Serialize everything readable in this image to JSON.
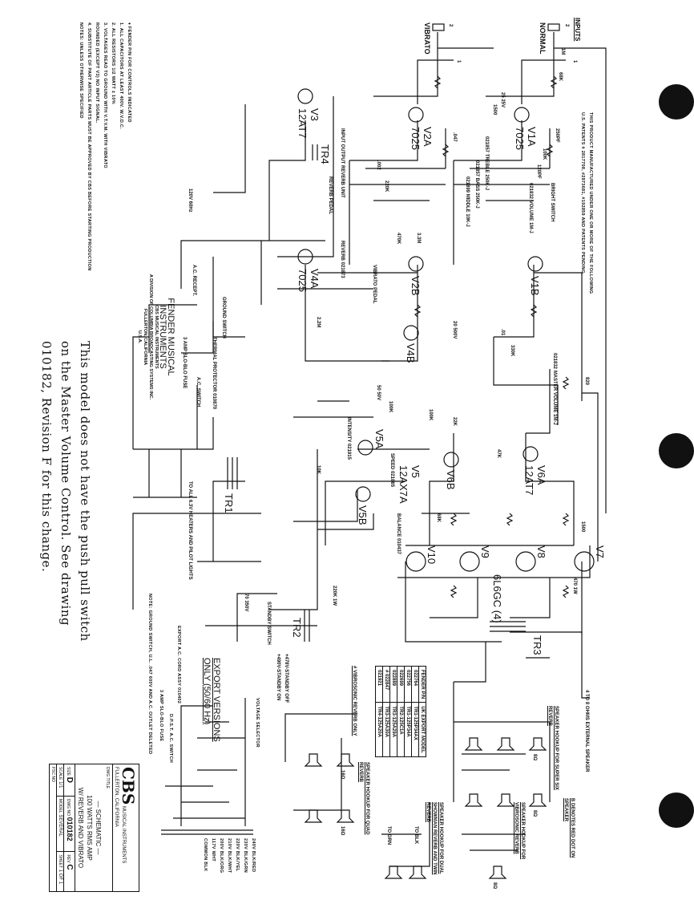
{
  "inputs": {
    "title": "INPUTS",
    "normal": "NORMAL",
    "vibrato": "VIBRATO",
    "jack1": "1",
    "jack2": "2"
  },
  "patent": [
    "THIS PRODUCT MANUFACTURED UNDER ONE OR MORE OF THE FOLLOWING",
    "U.S. PATENTS # 2817708, #2973681, #192859 AND PATENTS PENDING."
  ],
  "tubes": [
    {
      "id": "V1A",
      "type": "7025"
    },
    {
      "id": "V2A",
      "type": "7025"
    },
    {
      "id": "V3",
      "type": "12AT7"
    },
    {
      "id": "V1B",
      "type": ""
    },
    {
      "id": "V2B",
      "type": ""
    },
    {
      "id": "V4A",
      "type": "7025"
    },
    {
      "id": "V4B",
      "type": ""
    },
    {
      "id": "V6A",
      "type": "12AT7"
    },
    {
      "id": "V6B",
      "type": ""
    },
    {
      "id": "V5",
      "type": "12AX7A"
    },
    {
      "id": "V5A",
      "type": ""
    },
    {
      "id": "V5B",
      "type": ""
    },
    {
      "id": "V7",
      "type": ""
    },
    {
      "id": "V8",
      "type": ""
    },
    {
      "id": "V9",
      "type": ""
    },
    {
      "id": "V10",
      "type": ""
    }
  ],
  "power_tube_type": "6L6GC (4)",
  "transformers": {
    "tr1": "TR1",
    "tr2": "TR2",
    "tr3": "TR3",
    "tr4": "TR4"
  },
  "controls": {
    "treble": "021857 TREBLE 250K-J",
    "bass": "021857 BASS 250K-J",
    "middle": "021899 MIDDLE 10K-J",
    "volume": "021832 VOLUME 1M-J",
    "bright": "BRIGHT SWITCH",
    "master": "021832 MASTER VOLUME 1M-J",
    "reverb": "REVERB 021873",
    "speed": "SPEED 021865",
    "intensity": "INTENSITY 021915",
    "balance": "BALANCE 010437"
  },
  "labels": {
    "reverb_unit": "INPUT OUTPUT REVERB UNIT",
    "reverb_pedal": "REVERB PEDAL",
    "vibrato_pedal": "VIBRATO PEDAL",
    "mains": "120V 60Hz",
    "ac_receptacle": "A.C. RECEPT.",
    "ground_switch": "GROUND SWITCH",
    "thermal": "THERMAL PROTECTOR 010870",
    "fuse": "3 AMP SLO-BLO FUSE",
    "ac_switch": "A.C. SWITCH",
    "heaters": "TO ALL 6.3V HEATERS AND PILOT LIGHTS",
    "standby": "STANDBY SWITCH",
    "standby_off": "+478V-STANDBY OFF",
    "standby_on": "+490V-STANDBY ON",
    "ext_speaker": "4 TO 8 OHMS EXTERNAL SPEAKER",
    "r820": "820",
    "values": [
      "1M",
      "68K",
      "25 25V",
      "1500",
      "100K",
      "250PF",
      ".047",
      "120PF",
      ".002",
      "220K",
      "470K",
      "3.3M",
      "2.2M",
      ".01",
      "20 500V",
      "100K",
      "330K",
      "47K",
      "22K",
      "470 1W",
      "1500",
      "68K",
      "100K",
      "220K 1W",
      "70 350V",
      "50 50V",
      "10K"
    ]
  },
  "notes": [
    "♦ FENDER P/N FOR CONTROLS INDICATED",
    "1. ALL CAPACITORS AT LEAST 400V. W.V.D.C.",
    "2. ALL RESISTORS 1/2 WATT ± 10%",
    "3. VOLTAGES READ TO GROUND WITH V.T.V.M. WITH VIBRATO",
    "ROUNDED (EXCEPT V3) NO INPUT SIGNAL.",
    "4. SUBSTITUTE OF PART ARTICLE PARTS MUST BE APPROVED BY CBS BEFORE STARTING PRODUCTION",
    "NOTES: UNLESS OTHERWISE SPECIFIED"
  ],
  "company": {
    "name": "FENDER MUSICAL INSTRUMENTS",
    "lines": [
      "CBS MUSICAL INSTRUMENTS",
      "A DIVISION OF COLUMBIA BROADCASTING SYSTEMS INC.",
      "FULLERTON, CALIFORNIA",
      "U.S.A."
    ]
  },
  "change_note": [
    "This model does not have the push pull switch",
    "on the Master Volume Control.  See drawing",
    "010182, Revision F for this change."
  ],
  "parts_table": {
    "headers": [
      "FENDER P/N",
      "UK EXPORT MODEL"
    ],
    "rows": [
      [
        "022764",
        "TR1-125P34AX"
      ],
      [
        "022756",
        "TR1-125P34A"
      ],
      [
        "022699",
        "TR2-125C1A"
      ],
      [
        "022889",
        "TR3-125A29A"
      ],
      [
        "# 022847",
        "TR3-125A30A"
      ],
      [
        "021921",
        "TR4-125A20A"
      ]
    ],
    "footnote": "# VIBROSONIC REVERB ONLY"
  },
  "speaker_hookups": {
    "red_dot": "B DENOTES RED DOT ON SPEAKER",
    "super_six": "SPEAKER HOOKUP FOR SUPER SIX REVERB",
    "vibrosonic": "SPEAKER HOOKUP FOR VIBROSONIC REVERB",
    "dual_showman": "SPEAKER HOOKUP FOR DUAL SHOWMAN REVERB AND TWIN REVERB",
    "quad": "SPEAKER HOOKUP FOR QUAD REVERB",
    "ohm8": "8Ω",
    "ohm16": "16Ω",
    "to_blk": "TO BLK",
    "to_grn": "TO GRN"
  },
  "export": {
    "title": "EXPORT VERSIONS",
    "subtitle": "ONLY (50/60 Hz)",
    "cord": "EXPORT A.C. CORD ASSY 010402",
    "selector": "VOLTAGE SELECTOR",
    "switch": "D.P.S.T. A.C. SWITCH",
    "fuse": "3 AMP SLO-BLO FUSE",
    "taps": [
      "240V",
      "230V",
      "220V",
      "210V",
      "200V",
      "117V",
      "COMMON"
    ],
    "wires": [
      "BLK/RED",
      "BLK/GRN",
      "BLK/YEL",
      "BLK/WHT",
      "BLK/ORG",
      "WHT",
      "BLK"
    ],
    "note": "NOTE: GROUND SWITCH, U.L. .047 600V AND A.C. OUTLET DELETED"
  },
  "title_block": {
    "logo": "CBS",
    "company": "MUSICAL INSTRUMENTS FULLERTON, CALIFORNIA",
    "dwg_title_label": "DWG TITLE",
    "title_lines": [
      "— SCHEMATIC —",
      "100 WATTS RMS AMP",
      "W/ REVERB AND VIBRATO"
    ],
    "rev_label": "REV",
    "rev": "C",
    "fsc_label": "FSC NO",
    "size_label": "SIZE",
    "size": "D",
    "dwg_no_label": "DWG NO",
    "dwg_no": "010182",
    "scale_label": "SCALE",
    "scale": "1/1",
    "model_label": "MODEL",
    "model": "SEVERAL",
    "sheet_label": "SHEET",
    "sheet": "1 OF 1"
  }
}
